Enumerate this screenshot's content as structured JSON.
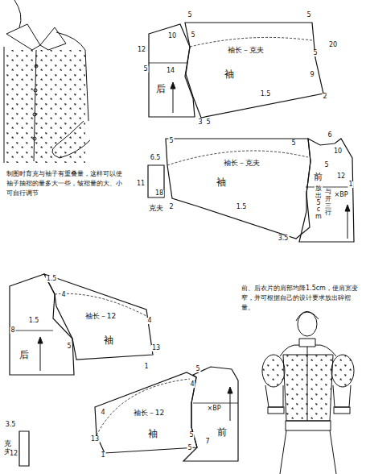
{
  "diagram": {
    "nodes": [
      {
        "text": [
          "后"
        ]
      },
      {
        "text": [
          "袖长－克夫",
          "袖"
        ]
      },
      {
        "text": [
          "克夫"
        ]
      },
      {
        "text": [
          "袖长－克夫",
          "袖"
        ]
      },
      {
        "text": [
          "前"
        ]
      },
      {
        "text": [
          "后"
        ]
      },
      {
        "text": [
          "袖长－12",
          "袖"
        ]
      },
      {
        "text": [
          "袖长－12",
          "袖"
        ]
      },
      {
        "text": [
          "前"
        ]
      },
      {
        "text": [
          "克夫"
        ]
      }
    ],
    "labels": [
      "制图时育克与袖子有重叠量，这样可以使袖子抽褶的量多大一些，皱褶量的大、小可自行调节",
      "5",
      "10",
      "5",
      "12",
      "5",
      "14",
      "5",
      "20",
      "5",
      "9",
      "2",
      "1.5",
      "3",
      "5",
      "6.5",
      "11",
      "5",
      "5",
      "6",
      "10",
      "5",
      "12",
      "1",
      "18",
      "×BP",
      "放出5cm",
      "与开三行",
      "2",
      "1.5",
      "3.5",
      "1.5",
      "4",
      "1.5",
      "8",
      "4",
      "5",
      "13",
      "1",
      "前、后衣片的肩部均降1.5cm，使肩宽变窄，并可根据自己的设计要求放出碎褶量。",
      "5",
      "4",
      "4",
      "13",
      "1",
      "5",
      "7",
      "5",
      "×BP",
      "3.5",
      "12"
    ]
  }
}
